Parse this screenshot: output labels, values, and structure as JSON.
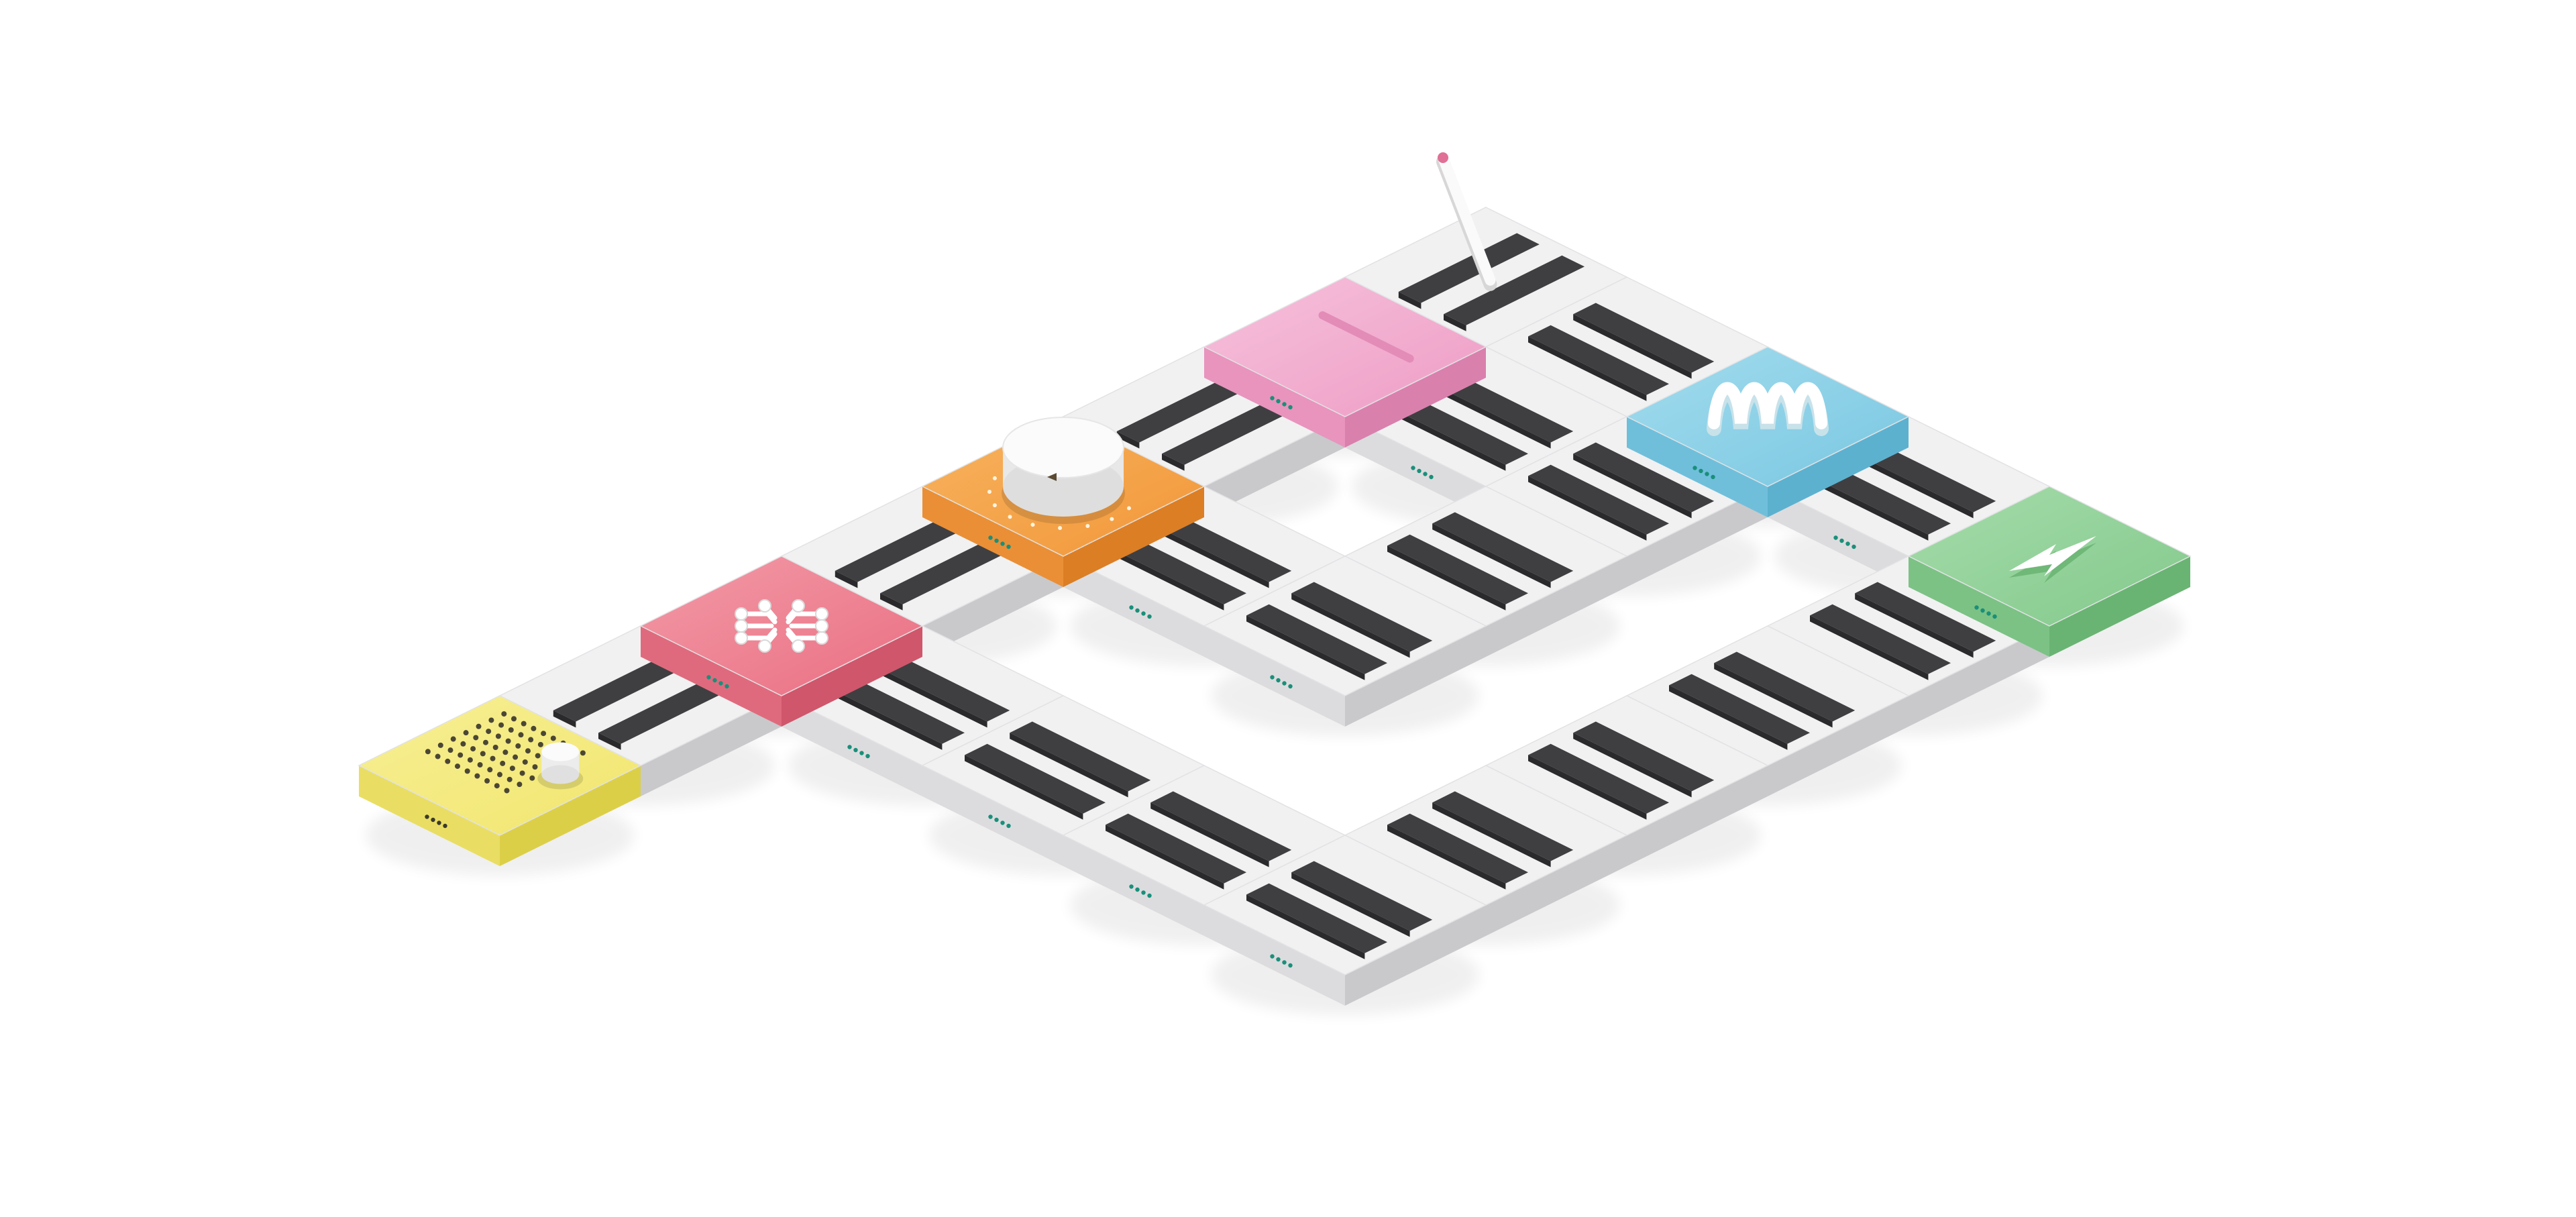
{
  "scene": {
    "description_free": true,
    "colors": {
      "background": "#ffffff",
      "tile_top": "#f1f1f2",
      "tile_side_light": "#dcdcde",
      "tile_side_dark": "#c9c9cc",
      "pad": "#3f3f42",
      "pad_dark": "#2a2a2c",
      "led": "#1a8f7a",
      "yellow": "#f5ec86",
      "red": "#ee7b8c",
      "orange": "#f4a54a",
      "pink": "#f2a9cc",
      "blue": "#86cfe6",
      "green": "#92d29a",
      "white_part": "#fbfbfb"
    },
    "modules": [
      {
        "name": "speaker-module",
        "color_key": "yellow"
      },
      {
        "name": "processor-module",
        "color_key": "red"
      },
      {
        "name": "dial-module",
        "color_key": "orange"
      },
      {
        "name": "slider-module",
        "color_key": "pink"
      },
      {
        "name": "oscillator-module",
        "color_key": "blue"
      },
      {
        "name": "power-module",
        "color_key": "green"
      }
    ]
  }
}
